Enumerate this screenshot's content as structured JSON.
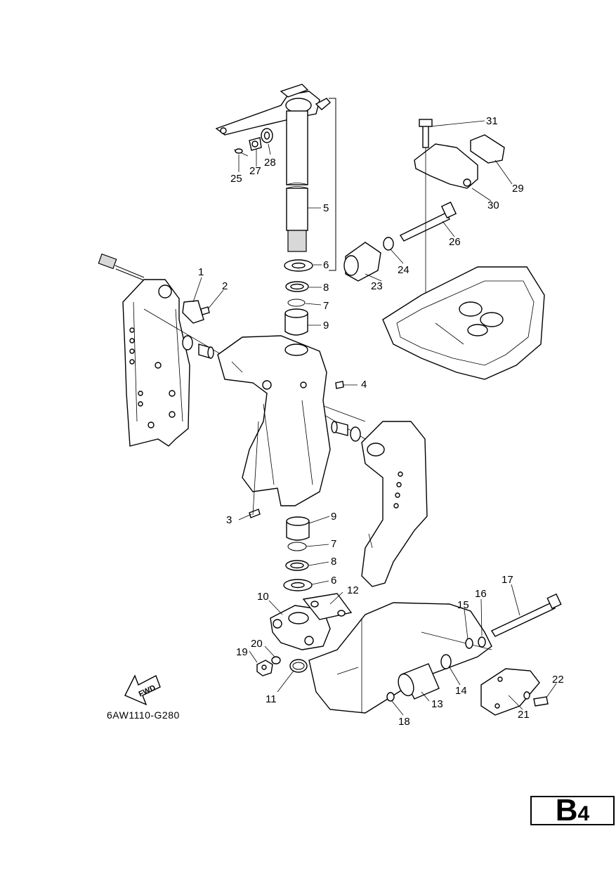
{
  "diagram": {
    "figure_code": "6AW1110-G280",
    "page_badge": {
      "letter": "B",
      "number": "4"
    },
    "direction_arrow_label": "FWD",
    "callouts": [
      "1",
      "2",
      "3",
      "4",
      "5",
      "6",
      "7",
      "8",
      "9",
      "6",
      "7",
      "8",
      "9",
      "10",
      "11",
      "12",
      "13",
      "14",
      "15",
      "16",
      "17",
      "18",
      "19",
      "20",
      "21",
      "22",
      "23",
      "24",
      "25",
      "26",
      "27",
      "28",
      "29",
      "30",
      "31"
    ]
  }
}
